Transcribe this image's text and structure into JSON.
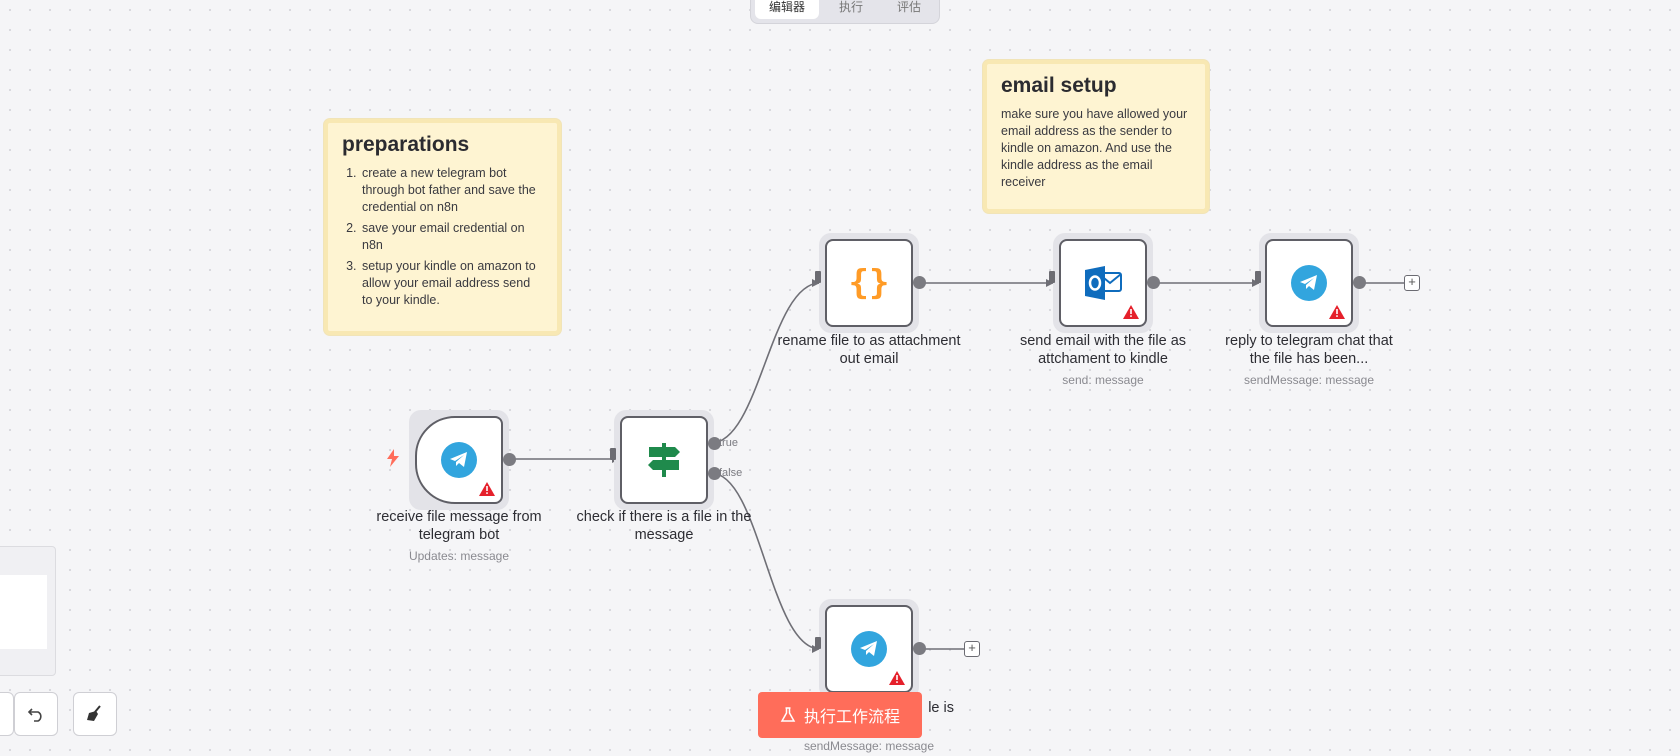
{
  "top_tabs": [
    "编辑器",
    "执行",
    "评估"
  ],
  "sticky_notes": {
    "preparations": {
      "title": "preparations",
      "items": [
        "create a new telegram bot through bot father and save the credential on n8n",
        "save your email credential on n8n",
        "setup your kindle on amazon to allow your email address send to your kindle."
      ]
    },
    "email_setup": {
      "title": "email setup",
      "body": "make sure you have allowed your email address as the sender to kindle on amazon. And use the kindle address as the email receiver"
    }
  },
  "nodes": {
    "receive": {
      "title": "receive file message from telegram bot",
      "subtitle": "Updates: message",
      "icon": "telegram-icon",
      "warning": true
    },
    "check": {
      "title": "check if there is a file in the message",
      "subtitle": "",
      "icon": "if-signpost-icon",
      "true_label": "true",
      "false_label": "false"
    },
    "rename": {
      "title": "rename file to as attachment out email",
      "subtitle": "",
      "icon": "code-braces-icon"
    },
    "send_email": {
      "title": "send email with the file as attchament to kindle",
      "subtitle": "send: message",
      "icon": "outlook-icon",
      "warning": true
    },
    "reply": {
      "title": "reply to telegram chat that the file has been...",
      "subtitle": "sendMessage: message",
      "icon": "telegram-icon",
      "warning": true
    },
    "false_reply": {
      "title": "le is",
      "subtitle": "sendMessage: message",
      "icon": "telegram-icon",
      "warning": true
    }
  },
  "execute_button": {
    "label": "执行工作流程"
  },
  "colors": {
    "accent": "#ff6d5a",
    "sticky": "#fef4d2",
    "telegram": "#32a5de",
    "if_green": "#1f8a4c",
    "code_orange": "#ff9b26",
    "outlook_blue": "#0f6cbd"
  }
}
